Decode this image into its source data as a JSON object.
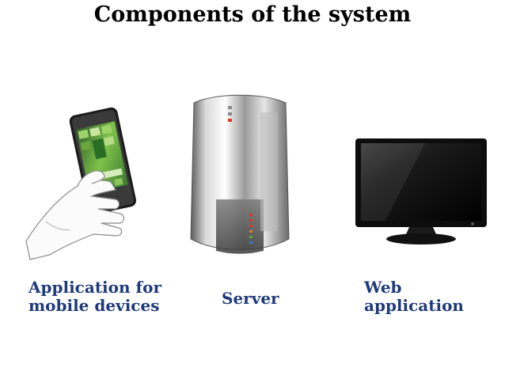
{
  "title": "Components of the system",
  "components": [
    {
      "id": "mobile",
      "icon": "mobile-phone-in-hand-icon",
      "label_lines": [
        "Application for",
        "mobile devices"
      ]
    },
    {
      "id": "server",
      "icon": "server-tower-icon",
      "label_lines": [
        "Server"
      ]
    },
    {
      "id": "web",
      "icon": "monitor-icon",
      "label_lines": [
        "Web",
        "application"
      ]
    }
  ],
  "colors": {
    "title": "#000000",
    "label": "#1f3a7a",
    "background": "#ffffff"
  }
}
